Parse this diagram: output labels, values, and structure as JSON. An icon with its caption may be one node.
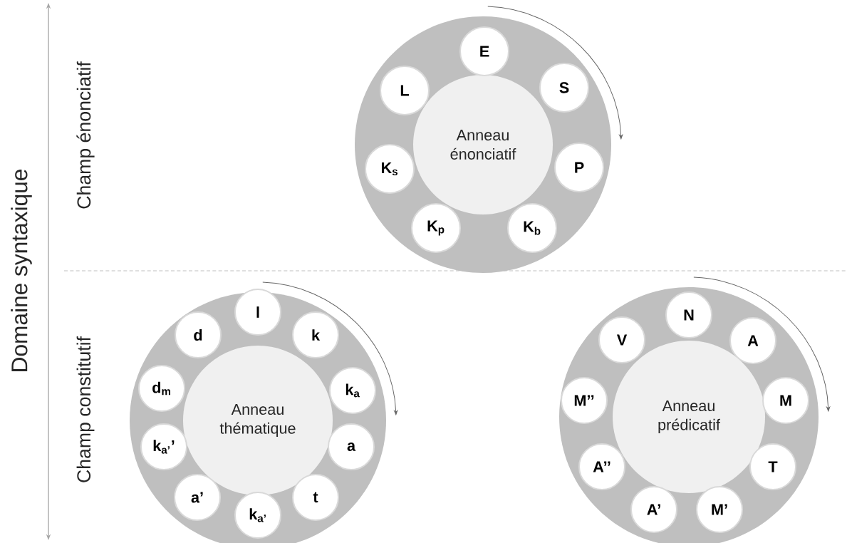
{
  "diagram": {
    "nodes": [
      {
        "text": [
          "Anneau énonciatif"
        ]
      },
      {
        "text": [
          "E"
        ],
        "in": 0
      },
      {
        "text": [
          "L"
        ],
        "in": 0
      },
      {
        "text": [
          "S"
        ],
        "in": 0
      },
      {
        "text": [
          "K$_{s}$"
        ],
        "in": 0
      },
      {
        "text": [
          "P"
        ],
        "in": 0
      },
      {
        "text": [
          "K$_{p}$"
        ],
        "in": 0
      },
      {
        "text": [
          "K$_{b}$"
        ],
        "in": 0
      },
      {
        "text": [
          "Anneau thématique"
        ]
      },
      {
        "text": [
          "l"
        ],
        "in": 8
      },
      {
        "text": [
          "d"
        ],
        "in": 8
      },
      {
        "text": [
          "k"
        ],
        "in": 8
      },
      {
        "text": [
          "d$_{m}$"
        ],
        "in": 8
      },
      {
        "text": [
          "k$_{a}$"
        ],
        "in": 8
      },
      {
        "text": [
          "k$_{a’}$’"
        ],
        "in": 8
      },
      {
        "text": [
          "a"
        ],
        "in": 8
      },
      {
        "text": [
          "a’"
        ],
        "in": 8
      },
      {
        "text": [
          "t"
        ],
        "in": 8
      },
      {
        "text": [
          "k$_{a’}$"
        ],
        "in": 8
      },
      {
        "text": [
          "Anneau prédicatif"
        ]
      },
      {
        "text": [
          "N"
        ],
        "in": 19
      },
      {
        "text": [
          "V"
        ],
        "in": 19
      },
      {
        "text": [
          "A"
        ],
        "in": 19
      },
      {
        "text": [
          "M’’"
        ],
        "in": 19
      },
      {
        "text": [
          "M"
        ],
        "in": 19
      },
      {
        "text": [
          "A’’"
        ],
        "in": 19
      },
      {
        "text": [
          "T"
        ],
        "in": 19
      },
      {
        "text": [
          "A’"
        ],
        "in": 19
      },
      {
        "text": [
          "M’"
        ],
        "in": 19
      }
    ],
    "labels": [
      "Domaine syntaxique",
      "Champ énonciatif",
      "Champ constitutif"
    ]
  }
}
